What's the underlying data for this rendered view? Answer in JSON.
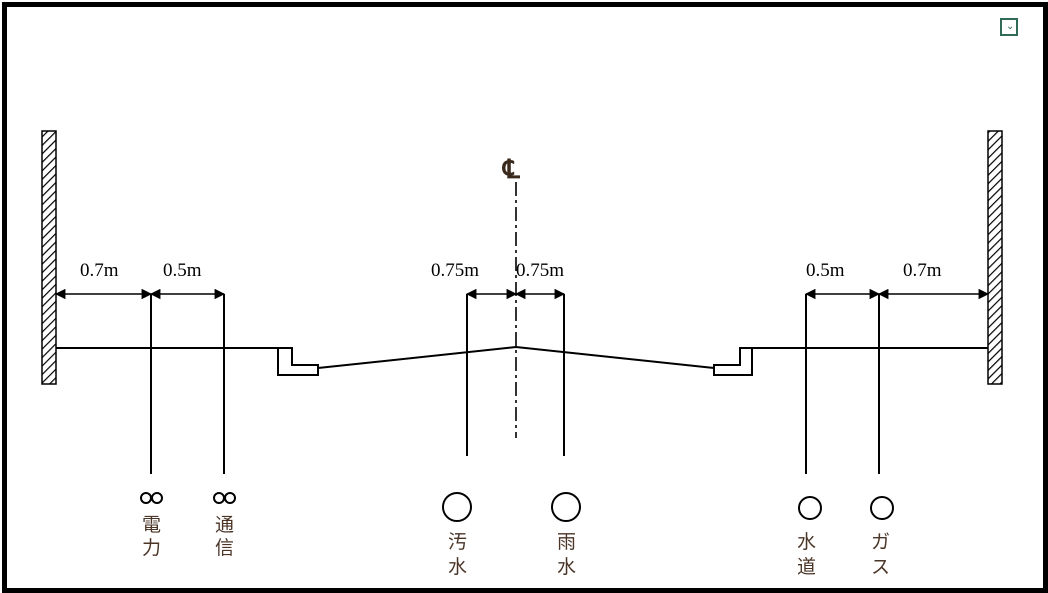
{
  "centerline_label": "℄",
  "dimensions": {
    "left_outer": "0.7m",
    "left_inner": "0.5m",
    "center_left": "0.75m",
    "center_right": "0.75m",
    "right_inner": "0.5m",
    "right_outer": "0.7m"
  },
  "utilities": {
    "power": [
      "電",
      "力"
    ],
    "telecom": [
      "通",
      "信"
    ],
    "sewage": [
      "汚",
      "水"
    ],
    "rainwater": [
      "雨",
      "水"
    ],
    "water": [
      "水",
      "道"
    ],
    "gas": [
      "ガ",
      "ス"
    ]
  },
  "corner_icon": "expand-icon",
  "colors": {
    "line": "#000000",
    "text_jp": "#4a3527",
    "corner": "#2f6b55"
  }
}
